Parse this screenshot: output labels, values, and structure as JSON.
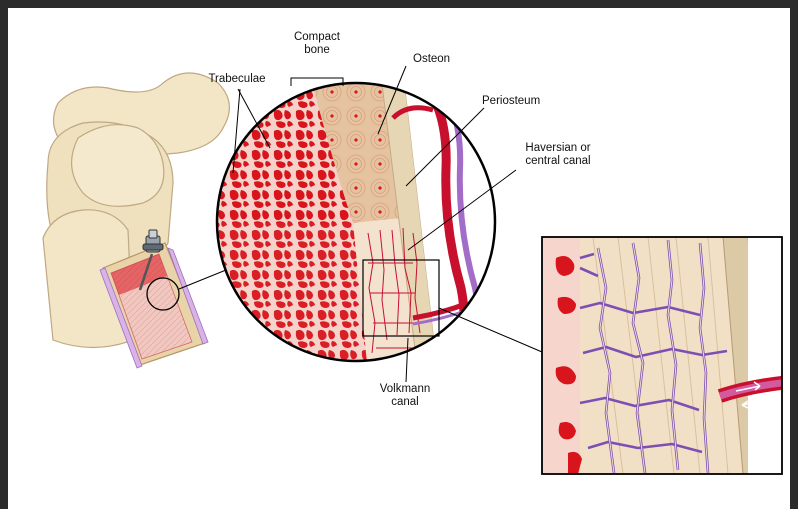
{
  "labels": {
    "compact_bone_line1": "Compact",
    "compact_bone_line2": "bone",
    "trabeculae": "Trabeculae",
    "osteon": "Osteon",
    "periosteum": "Periosteum",
    "haversian_line1": "Haversian or",
    "haversian_line2": "central canal",
    "volkmann_line1": "Volkmann",
    "volkmann_line2": "canal"
  },
  "colors": {
    "background_frame": "#2b2b2b",
    "canvas": "#ffffff",
    "marrow_red": "#d8141c",
    "marrow_pink": "#f3c9c4",
    "compact_bone": "#e7c9a8",
    "osteon_ring": "#c9865e",
    "periosteum": "#dcc8a8",
    "artery": "#c8102e",
    "vein": "#8a4fb8",
    "knee_bone": "#f2e6c6",
    "outline": "#000000"
  }
}
